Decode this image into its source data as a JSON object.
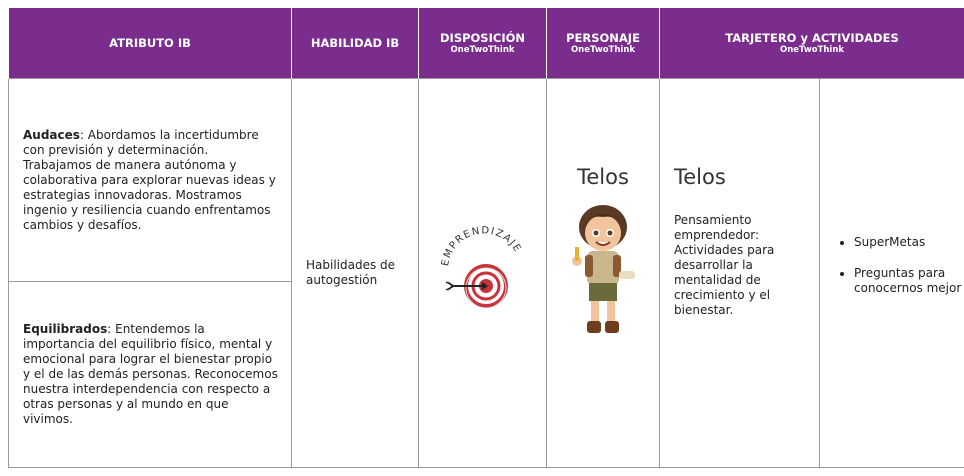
{
  "header": {
    "col_atributo": "ATRIBUTO IB",
    "col_habilidad": "HABILIDAD IB",
    "col_disposicion": "DISPOSICIÓN",
    "col_disposicion_sub": "OneTwoThink",
    "col_personaje": "PERSONAJE",
    "col_personaje_sub": "OneTwoThink",
    "col_tarjetero": "TARJETERO y ACTIVIDADES",
    "col_tarjetero_sub": "OneTwoThink"
  },
  "rows": [
    {
      "bold": "Audaces",
      "text": ": Abordamos la incertidumbre con previsión y determinación. Trabajamos de manera autónoma y colaborativa para explorar nuevas ideas y estrategias innovadoras. Mostramos ingenio y resiliencia cuando enfrentamos cambios y desafíos."
    },
    {
      "bold": "Equilibrados",
      "text": ": Entendemos la importancia del equilibrio físico, mental y emocional para lograr el bienestar propio y el de las demás personas. Reconocemos nuestra interdependencia con respecto a otras personas y al mundo en que vivimos."
    }
  ],
  "habilidad": "Habilidades de autogestión",
  "disposicion": {
    "badge_text": "EMPRENDIZAJE"
  },
  "personaje": {
    "name": "Telos"
  },
  "tarjetero": {
    "name": "Telos",
    "description": "Pensamiento emprendedor: Actividades para desarrollar la mentalidad de crecimiento y el bienestar."
  },
  "actividades": [
    "SuperMetas",
    "Preguntas para conocernos mejor"
  ],
  "colors": {
    "header_bg": "#7b2d8e",
    "target_red": "#c8323a",
    "border": "#9a9a9a"
  },
  "icons": {
    "disposicion": "target-arrow-icon",
    "personaje": "explorer-character-icon"
  }
}
